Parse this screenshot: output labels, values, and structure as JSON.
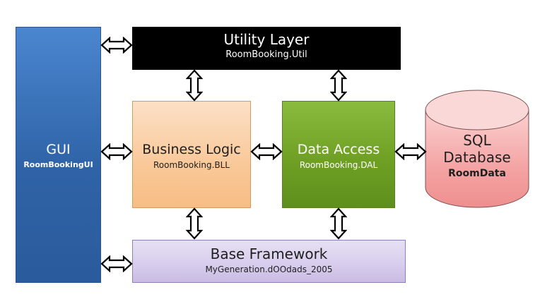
{
  "gui": {
    "title": "GUI",
    "subtitle": "RoomBookingUI"
  },
  "utility_layer": {
    "title": "Utility Layer",
    "subtitle": "RoomBooking.Util"
  },
  "business_logic": {
    "title": "Business Logic",
    "subtitle": "RoomBooking.BLL"
  },
  "data_access": {
    "title": "Data Access",
    "subtitle": "RoomBooking.DAL"
  },
  "database": {
    "title_line1": "SQL",
    "title_line2": "Database",
    "subtitle": "RoomData"
  },
  "base_framework": {
    "title": "Base Framework",
    "subtitle": "MyGeneration.dOOdads_2005"
  },
  "colors": {
    "gui": "#2f63a7",
    "utility_layer": "#000000",
    "business_logic": "#f9c898",
    "data_access": "#6fa024",
    "database": "#f4a3a3",
    "base_framework": "#d7ccec"
  },
  "connections": [
    {
      "from": "gui",
      "to": "utility_layer",
      "type": "bidirectional"
    },
    {
      "from": "gui",
      "to": "business_logic",
      "type": "bidirectional"
    },
    {
      "from": "gui",
      "to": "base_framework",
      "type": "bidirectional"
    },
    {
      "from": "utility_layer",
      "to": "business_logic",
      "type": "bidirectional"
    },
    {
      "from": "utility_layer",
      "to": "data_access",
      "type": "bidirectional"
    },
    {
      "from": "business_logic",
      "to": "data_access",
      "type": "bidirectional"
    },
    {
      "from": "data_access",
      "to": "database",
      "type": "bidirectional"
    },
    {
      "from": "business_logic",
      "to": "base_framework",
      "type": "bidirectional"
    },
    {
      "from": "data_access",
      "to": "base_framework",
      "type": "bidirectional"
    }
  ]
}
